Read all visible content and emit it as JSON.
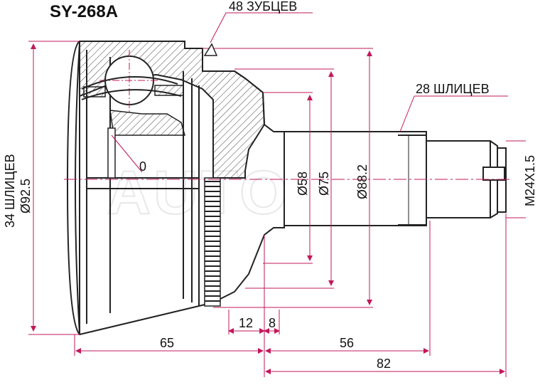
{
  "title": "SY-268A",
  "watermark": "AUTOFOOT",
  "labels": {
    "teeth": "48 ЗУБЦЕВ",
    "splines_shaft": "28 ШЛИЦЕВ",
    "splines_housing": "34 ШЛИЦЕВ",
    "dia_outer": "Ø92.5",
    "dia_58": "Ø58",
    "dia_75": "Ø75",
    "dia_88": "Ø88.2",
    "thread": "M24X1.5",
    "zero": "0",
    "len_12": "12",
    "len_8": "8",
    "len_65": "65",
    "len_56": "56",
    "len_82": "82"
  },
  "colors": {
    "line": "#222222",
    "hatch": "#444444",
    "dim_line": "#c2185b",
    "text": "#111111"
  }
}
